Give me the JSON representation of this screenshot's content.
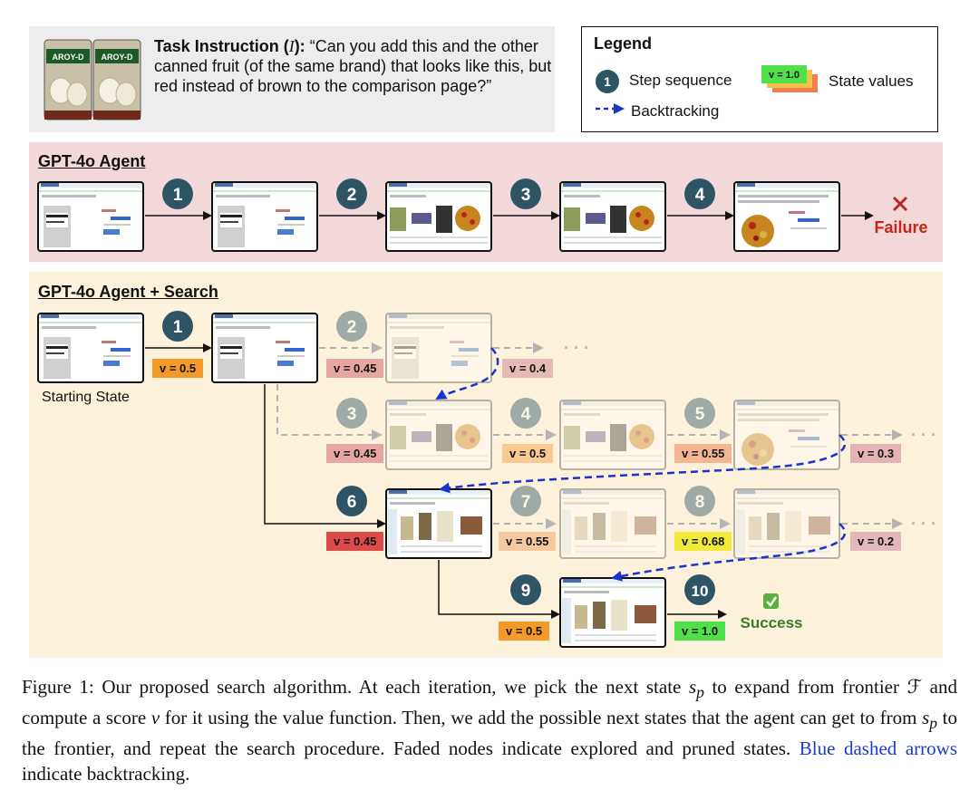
{
  "task": {
    "label": "Task Instruction (",
    "symbol": "I",
    "label_end": "):",
    "instruction": "“Can you add this and the other canned fruit (of the same brand) that looks like this, but red instead of brown to the comparison page?”",
    "can_brand": "AROY-D"
  },
  "legend": {
    "title": "Legend",
    "step_badge": "1",
    "step_label": "Step sequence",
    "state_badge": "v = 1.0",
    "state_label": "State values",
    "backtrack_label": "Backtracking"
  },
  "agent_panel": {
    "title_1": "GPT-4o",
    "title_2": "Agent",
    "steps": [
      "1",
      "2",
      "3",
      "4"
    ],
    "failure_label": "Failure"
  },
  "search_panel": {
    "title_1": "GPT-4o",
    "title_2": "Agent + Search",
    "start_label": "Starting State",
    "steps": [
      "1",
      "2",
      "3",
      "4",
      "5",
      "6",
      "7",
      "8",
      "9",
      "10"
    ],
    "values": [
      {
        "text": "v = 0.5",
        "color": "#f39a2a"
      },
      {
        "text": "v = 0.45",
        "color": "#e6a7a2"
      },
      {
        "text": "v = 0.4",
        "color": "#e6b9b6"
      },
      {
        "text": "v = 0.45",
        "color": "#e6a7a2"
      },
      {
        "text": "v = 0.5",
        "color": "#f8c990"
      },
      {
        "text": "v = 0.55",
        "color": "#f4b592"
      },
      {
        "text": "v = 0.3",
        "color": "#e4b2b6"
      },
      {
        "text": "v = 0.45",
        "color": "#dd4a4a"
      },
      {
        "text": "v = 0.55",
        "color": "#f4c8a0"
      },
      {
        "text": "v = 0.68",
        "color": "#f2ea3a"
      },
      {
        "text": "v = 0.2",
        "color": "#e2b8bb"
      },
      {
        "text": "v = 0.5",
        "color": "#f39a2a"
      },
      {
        "text": "v = 1.0",
        "color": "#4fe04a"
      }
    ],
    "ellipsis": "· · ·",
    "success_label": "Success"
  },
  "caption": {
    "part1": "Figure 1: Our proposed search algorithm. At each iteration, we pick the next state ",
    "sp": "s",
    "sp_sub": "p",
    "part2": " to expand from frontier ",
    "frontier": "ℱ",
    "part3": " and compute a score ",
    "v": "v",
    "part4": " for it using the value function. Then, we add the possible next states that the agent can get to from ",
    "part5": " to the frontier, and repeat the search procedure. Faded nodes indicate explored and pruned states. ",
    "blue": "Blue dashed arrows",
    "part6": " indicate backtracking."
  },
  "colors": {
    "step_circle": "#2e5566",
    "backtrack": "#1a33cc",
    "failure": "#c4261e",
    "success": "#3b7d26"
  }
}
